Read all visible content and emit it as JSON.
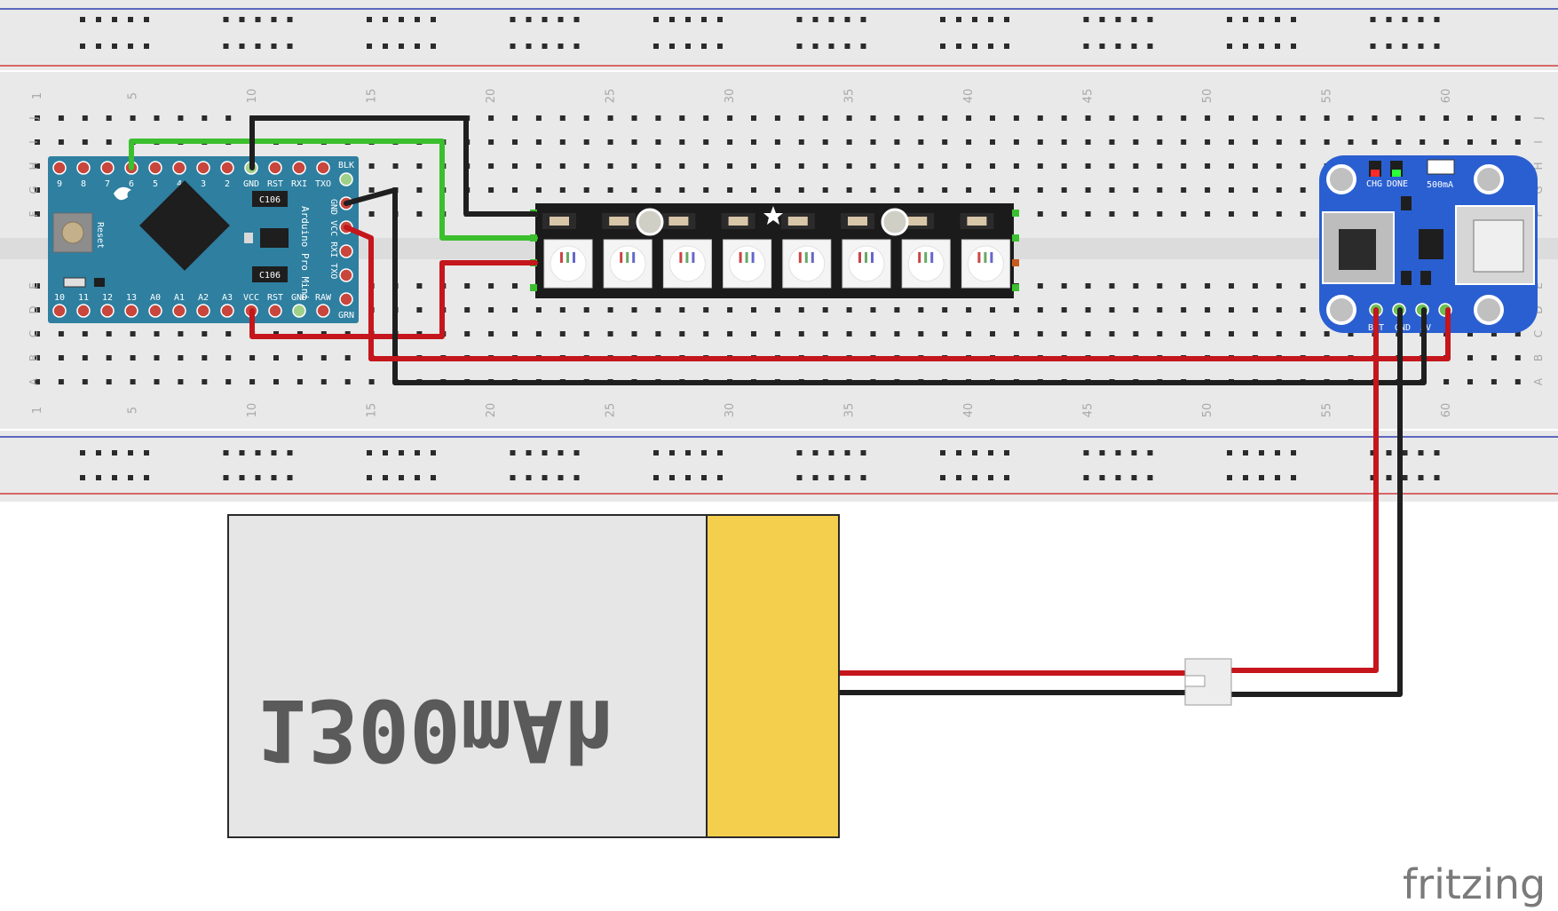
{
  "breadboard": {
    "column_numbers": [
      "1",
      "5",
      "10",
      "15",
      "20",
      "25",
      "30",
      "35",
      "40",
      "45",
      "50",
      "55",
      "60"
    ],
    "row_letters_top": [
      "J",
      "I",
      "H",
      "G",
      "F"
    ],
    "row_letters_bottom": [
      "E",
      "D",
      "C",
      "B",
      "A"
    ],
    "colors": {
      "body": "#e9e9e9",
      "rail_blue": "#2f3db0",
      "rail_red": "#d23b3b",
      "hole": "#2b2b2b",
      "label": "#a8a8a8"
    }
  },
  "arduino": {
    "top_pins": [
      "9",
      "8",
      "7",
      "6",
      "5",
      "4",
      "3",
      "2",
      "GND",
      "RST",
      "RXI",
      "TXO"
    ],
    "bottom_pins": [
      "10",
      "11",
      "12",
      "13",
      "A0",
      "A1",
      "A2",
      "A3",
      "VCC",
      "RST",
      "GND",
      "RAW"
    ],
    "right_labels": [
      "BLK",
      "GRN"
    ],
    "right_pins_text": "GND VCC RXI TXO",
    "board_name": "Arduino Pro Mini",
    "reset_label": "Reset",
    "chip_label_1": "C106",
    "chip_label_2": "C106",
    "colors": {
      "board": "#2e7fa0",
      "pad": "#c8463c"
    }
  },
  "led_stick": {
    "led_count": 8,
    "colors": {
      "board": "#1b1b1b",
      "led": "#f4f4f4"
    }
  },
  "charger": {
    "labels": [
      "CHG",
      "DONE",
      "500mA"
    ],
    "bottom_labels": [
      "BAT",
      "GND",
      "5V"
    ],
    "colors": {
      "board": "#2a5fd1"
    }
  },
  "battery": {
    "label": "1300mAh",
    "colors": {
      "body": "#e6e6e6",
      "tab": "#f4cf4d",
      "text": "#5a5a5a"
    }
  },
  "wires": {
    "colors": {
      "red": "#c4161c",
      "black": "#1f1f1f",
      "green": "#3bbf2e"
    }
  },
  "footer": {
    "brand": "fritzing"
  }
}
